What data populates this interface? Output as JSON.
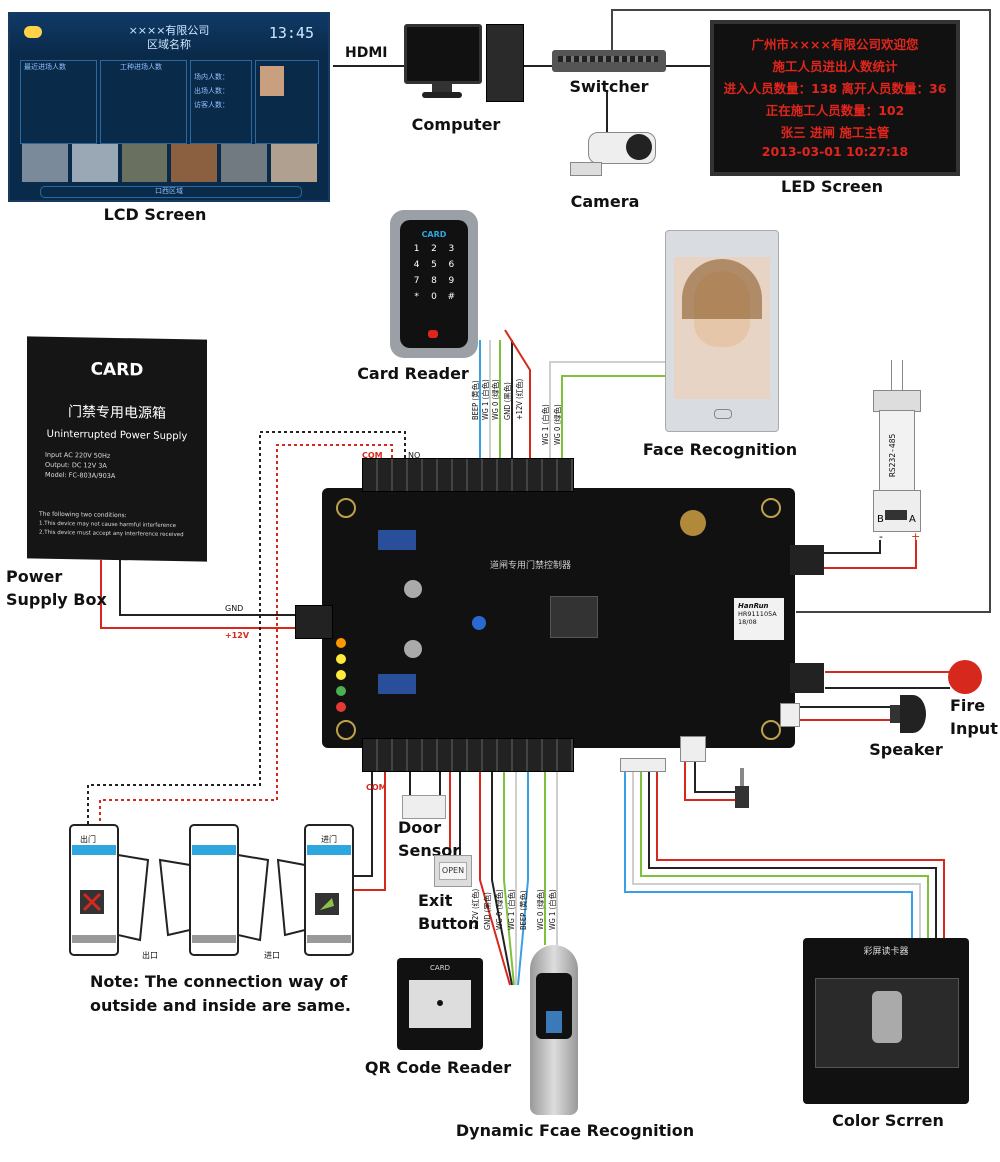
{
  "labels": {
    "lcd_screen": "LCD Screen",
    "hdmi": "HDMI",
    "computer": "Computer",
    "switcher": "Switcher",
    "camera": "Camera",
    "led_screen": "LED Screen",
    "card_reader": "Card Reader",
    "face_recognition": "Face Recognition",
    "power_supply_box_line1": "Power",
    "power_supply_box_line2": "Supply Box",
    "fire_input_line1": "Fire",
    "fire_input_line2": "Input",
    "speaker": "Speaker",
    "door_sensor_line1": "Door",
    "door_sensor_line2": "Sensor",
    "exit_button_line1": "Exit",
    "exit_button_line2": "Button",
    "qr_code_reader": "QR Code Reader",
    "dynamic_face_recognition": "Dynamic Fcae Recognition",
    "color_screen": "Color Scrren",
    "note_line1": "Note: The connection way of",
    "note_line2": "outside and inside are same."
  },
  "led": {
    "line1": "广州市××××有限公司欢迎您",
    "line2": "施工人员进出人数统计",
    "line3": "进入人员数量：138  离开人员数量：36",
    "line4": "正在施工人员数量：102",
    "line5": "张三   进闸   施工主管",
    "line6": "2013-03-01  10:27:18"
  },
  "lcd": {
    "title_line1": "××××有限公司",
    "title_line2": "区域名称",
    "clock": "13:45",
    "panel1": "最近进场人数",
    "panel2": "工种进场人数",
    "stat1": "场内人数：",
    "stat2": "出场人数：",
    "stat3": "访客人数：",
    "footer": "口西区域"
  },
  "power_box": {
    "brand": "CARD",
    "cn_title": "门禁专用电源箱",
    "en_title": "Uninterrupted Power Supply",
    "input": "Input   AC 220V 50Hz",
    "output": "Output:  DC 12V 3A",
    "model": "Model:  FC-803A/903A",
    "cond_title": "The following two conditions:",
    "cond1": "1.This device may not cause harmful interference",
    "cond2": "2.This device must accept any interference received"
  },
  "card_reader_brand": "CARD",
  "keypad_keys": [
    "1",
    "2",
    "3",
    "4",
    "5",
    "6",
    "7",
    "8",
    "9",
    "*",
    "0",
    "#"
  ],
  "board": {
    "title": "道闸专用门禁控制器",
    "chip_brand": "HanRun",
    "chip_model": "HR911105A",
    "chip_date": "18/08"
  },
  "wires": {
    "top_reader": [
      "BEEP (黄色)",
      "WG 1 (白色)",
      "WG 0 (绿色)",
      "GND (黑色)",
      "+12V (红色)"
    ],
    "face_top": [
      "WG 1 (白色)",
      "WG 0 (绿色)"
    ],
    "bottom_qr": [
      "+12V (红色)",
      "GND (黑色)",
      "WG 0 (绿色)",
      "WG 1 (白色)",
      "BEEP (黄色)"
    ],
    "bottom_face": [
      "WG 0 (绿色)",
      "WG 1 (白色)"
    ],
    "com_top": "COM",
    "no_top": "NO",
    "gnd": "GND",
    "v12": "+12V",
    "com_bottom": "COM"
  },
  "rs485": {
    "label": "RS232-485",
    "b": "B",
    "a": "A",
    "minus": "-",
    "plus": "+"
  },
  "turnstile": {
    "exit_cn": "出门",
    "enter_cn": "进门",
    "exit_mouth": "出口",
    "enter_mouth": "进口"
  },
  "exit_button_text": "OPEN",
  "qr_brand": "CARD",
  "color_screen_title": "彩屏读卡器",
  "colors": {
    "red_wire": "#d6281c",
    "blue_wire": "#3aa0e6",
    "green_wire": "#7fc13c",
    "white_wire": "#cfcfcf",
    "black_wire": "#222222",
    "led_text": "#e0261c",
    "board": "#111111"
  }
}
